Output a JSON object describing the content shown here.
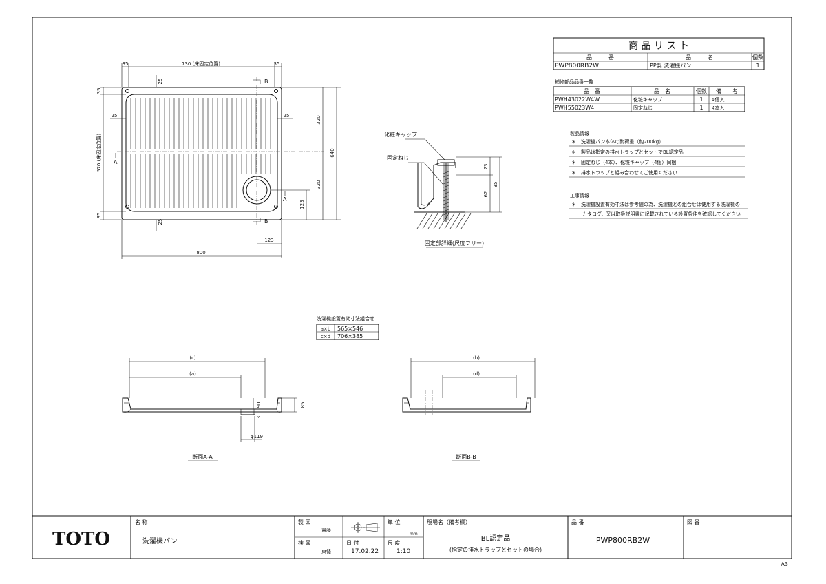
{
  "product_list": {
    "title": "商 品 リ ス ト",
    "headers": {
      "code": "品　　　番",
      "name": "品　　　名",
      "qty": "個数"
    },
    "row": {
      "code": "PWP800RB2W",
      "name": "PP製 洗濯機パン",
      "qty": "1"
    }
  },
  "repair_parts": {
    "title": "補修部品品番一覧",
    "headers": {
      "code": "品　番",
      "name": "品　名",
      "qty": "個数",
      "note": "備　　考"
    },
    "rows": [
      {
        "code": "PWH43022W4W",
        "name": "化粧キャップ",
        "qty": "1",
        "note": "4個入"
      },
      {
        "code": "PWH55023W4",
        "name": "固定ねじ",
        "qty": "1",
        "note": "4本入"
      }
    ]
  },
  "product_info": {
    "title": "製品情報",
    "items": [
      "＊　洗濯機パン本体の耐荷重（約200kg）",
      "＊　製品は指定の排水トラップとセットでBL認定品",
      "＊　固定ねじ（4本）、化粧キャップ（4個）同梱",
      "＊　排水トラップと組み合わせてご使用ください"
    ]
  },
  "construction_info": {
    "title": "工事情報",
    "lines": [
      "＊　洗濯機設置有効寸法は参考値の為、洗濯機との組合せは使用する洗濯機の",
      "カタログ、又は取扱説明書に記載されている設置条件を確認してください"
    ]
  },
  "plan_dims": {
    "top_left": "35",
    "top_mid": "730 (床固定位置)",
    "top_right": "35",
    "left_side": "570 (床固定位置)",
    "left_top": "35",
    "left_bottom": "35",
    "inner_top": "25",
    "inner_bottom": "25",
    "inner_left": "25",
    "inner_right": "25",
    "right_upper": "320",
    "right_lower": "320",
    "right_total": "640",
    "trap_y": "123",
    "trap_x": "123",
    "bottom_total": "800",
    "section_a": "A",
    "section_b": "B"
  },
  "detail": {
    "label_cap": "化粧キャップ",
    "label_screw": "固定ねじ",
    "dim_23": "23",
    "dim_62": "62",
    "dim_85": "85",
    "caption": "固定部詳細(尺度フリー)"
  },
  "effective_table": {
    "title": "洗濯機設置有効寸法組合せ",
    "rows": [
      {
        "k": "a×b",
        "v": "565×546"
      },
      {
        "k": "c×d",
        "v": "706×385"
      }
    ]
  },
  "section_aa": {
    "dim_c": "(c)",
    "dim_a": "(a)",
    "dim_90": "90",
    "dim_3": "3",
    "dim_85": "85",
    "dim_phi": "φ119",
    "caption": "断面A-A"
  },
  "section_bb": {
    "dim_b": "(b)",
    "dim_d": "(d)",
    "caption": "断面B-B"
  },
  "title_block": {
    "logo": "TOTO",
    "name_label": "名 称",
    "name_value": "洗濯機パン",
    "drawn_label": "製 図",
    "drawn_value": "齋藤",
    "checked_label": "検 図",
    "checked_value": "東條",
    "date_label": "日 付",
    "date_value": "17.02.22",
    "unit_label": "単 位",
    "unit_value": "mm",
    "scale_label": "尺 度",
    "scale_value": "1:10",
    "site_label": "現場名（備考欄）",
    "site_line1": "BL認定品",
    "site_line2": "(指定の排水トラップとセットの場合)",
    "code_label": "品 番",
    "code_value": "PWP800RB2W",
    "drawing_no_label": "図 番"
  },
  "paper_size": "A3"
}
